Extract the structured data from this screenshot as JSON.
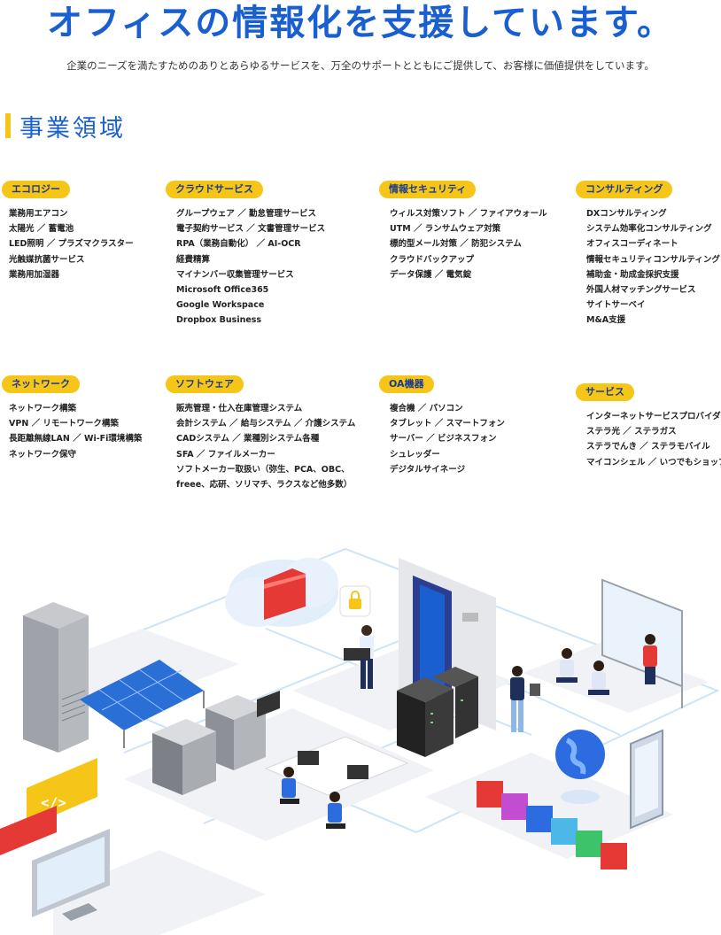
{
  "header": {
    "headline": "オフィスの情報化を支援しています。",
    "subline": "企業のニーズを満たすためのありとあらゆるサービスを、万全のサポートとともにご提供して、お客様に価値提供をしています。"
  },
  "section": {
    "title": "事業領域"
  },
  "categories": [
    {
      "label": "エコロジー",
      "items": [
        "業務用エアコン",
        "太陽光 ／ 蓄電池",
        "LED照明 ／ プラズマクラスター",
        "光触媒抗菌サービス",
        "業務用加湿器"
      ]
    },
    {
      "label": "クラウドサービス",
      "items": [
        "グループウェア ／ 勤怠管理サービス",
        "電子契約サービス ／ 文書管理サービス",
        "RPA（業務自動化） ／ AI-OCR",
        "経費精算",
        "マイナンバー収集管理サービス",
        "Microsoft Office365",
        "Google Workspace",
        "Dropbox Business"
      ]
    },
    {
      "label": "情報セキュリティ",
      "items": [
        "ウィルス対策ソフト ／ ファイアウォール",
        "UTM ／ ランサムウェア対策",
        "標的型メール対策 ／ 防犯システム",
        "クラウドバックアップ",
        "データ保護 ／ 電気錠"
      ]
    },
    {
      "label": "コンサルティング",
      "items": [
        "DXコンサルティング",
        "システム効率化コンサルティング",
        "オフィスコーディネート",
        "情報セキュリティコンサルティング",
        "補助金・助成金採択支援",
        "外国人材マッチングサービス",
        "サイトサーベイ",
        "M&A支援"
      ]
    },
    {
      "label": "ネットワーク",
      "items": [
        "ネットワーク構築",
        "VPN ／ リモートワーク構築",
        "長距離無線LAN ／ Wi-Fi環境構築",
        "ネットワーク保守"
      ]
    },
    {
      "label": "ソフトウェア",
      "items": [
        "販売管理・仕入在庫管理システム",
        "会計システム ／ 給与システム ／ 介護システム",
        "CADシステム ／ 業種別システム各種",
        "SFA ／ ファイルメーカー",
        "ソフトメーカー取扱い（弥生、PCA、OBC、",
        "freee、応研、ソリマチ、ラクスなど他多数）"
      ]
    },
    {
      "label": "OA機器",
      "items": [
        "複合機 ／ パソコン",
        "タブレット ／ スマートフォン",
        "サーバー ／ ビジネスフォン",
        "シュレッダー",
        "デジタルサイネージ"
      ]
    },
    {
      "label": "サービス",
      "items": [
        "インターネットサービスプロバイダ",
        "ステラ光 ／ ステラガス",
        "ステラでんき ／ ステラモバイル",
        "マイコンシェル ／ いつでもショップ"
      ]
    }
  ],
  "illustration": {
    "icons": [
      "server-rack-icon",
      "solar-panel-icon",
      "cloud-folder-icon",
      "lock-icon",
      "network-server-icon",
      "copier-icon",
      "laptop-icon",
      "globe-icon",
      "whiteboard-icon",
      "monitor-icon",
      "code-icon",
      "app-cube-icon"
    ],
    "code_glyph": "</>",
    "colors": {
      "accent": "#1a5fd0",
      "badge": "#f5c518",
      "platform": "#f1f2f5",
      "line": "#cfe3f7"
    }
  }
}
